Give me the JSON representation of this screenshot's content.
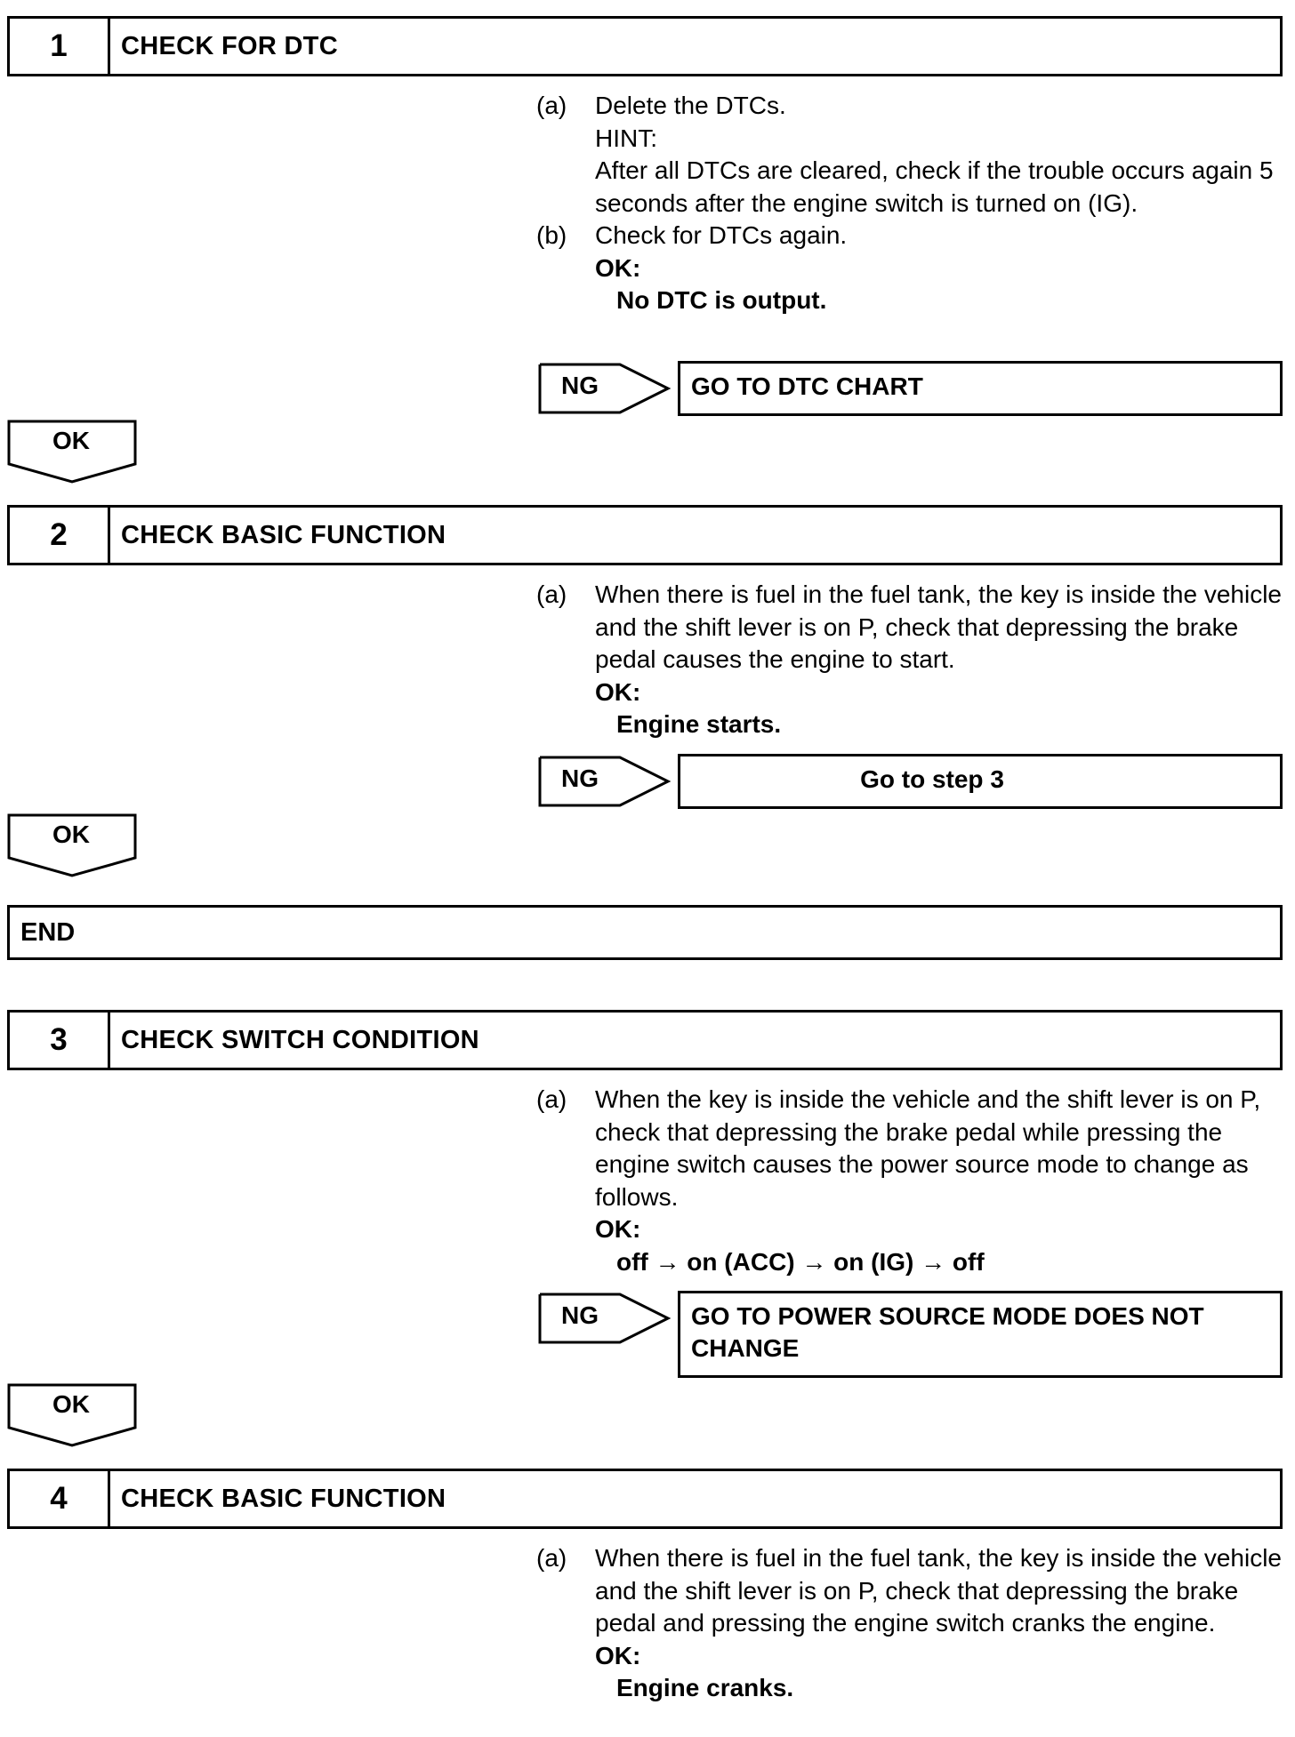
{
  "steps": [
    {
      "number": "1",
      "title": "CHECK FOR DTC",
      "items": [
        {
          "label": "(a)",
          "lines": [
            "Delete the DTCs.",
            "HINT:",
            "After all DTCs are cleared, check if the trouble occurs again 5 seconds after the engine switch is turned on (IG)."
          ]
        },
        {
          "label": "(b)",
          "lines": [
            "Check for DTCs again."
          ]
        }
      ],
      "ok_label": "OK:",
      "ok_value": "No DTC is output.",
      "ng_label": "NG",
      "ng_target": "GO TO DTC CHART",
      "ok_arrow": "OK"
    },
    {
      "number": "2",
      "title": "CHECK BASIC FUNCTION",
      "items": [
        {
          "label": "(a)",
          "lines": [
            "When there is fuel in the fuel tank, the key is inside the vehicle and the shift lever is on P, check that depressing the brake pedal causes the engine to start."
          ]
        }
      ],
      "ok_label": "OK:",
      "ok_value": "Engine starts.",
      "ng_label": "NG",
      "ng_target": "Go to step 3",
      "ok_arrow": "OK"
    },
    {
      "number": "3",
      "title": "CHECK SWITCH CONDITION",
      "items": [
        {
          "label": "(a)",
          "lines": [
            "When the key is inside the vehicle and the shift lever is on P, check that depressing the brake pedal while pressing the engine switch causes the power source mode to change as follows."
          ]
        }
      ],
      "ok_label": "OK:",
      "ok_value": "off → on (ACC) → on (IG) → off",
      "ng_label": "NG",
      "ng_target": "GO TO POWER SOURCE MODE DOES NOT CHANGE",
      "ok_arrow": "OK"
    },
    {
      "number": "4",
      "title": "CHECK BASIC FUNCTION",
      "items": [
        {
          "label": "(a)",
          "lines": [
            "When there is fuel in the fuel tank, the key is inside the vehicle and the shift lever is on P, check that depressing the brake pedal and pressing the engine switch cranks the engine."
          ]
        }
      ],
      "ok_label": "OK:",
      "ok_value": "Engine cranks."
    }
  ],
  "end_label": "END"
}
